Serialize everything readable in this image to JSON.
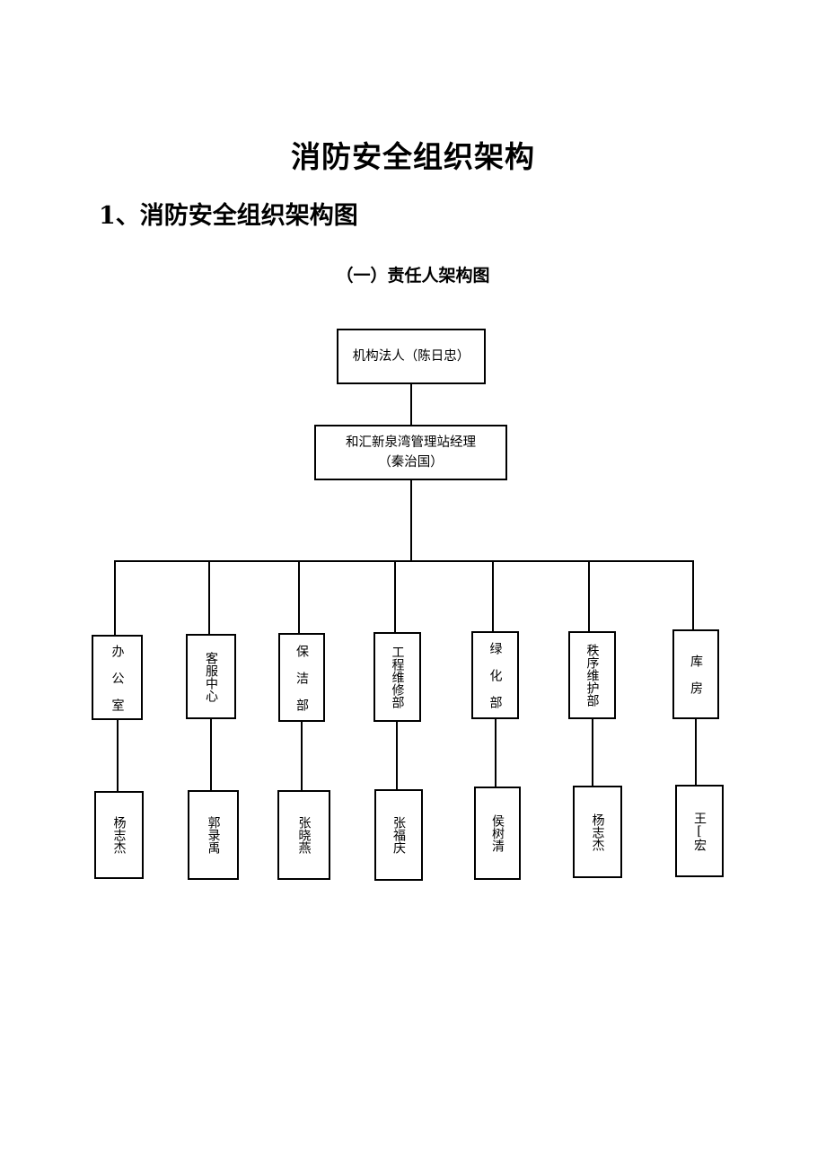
{
  "title": "消防安全组织架构",
  "section": "1、消防安全组织架构图",
  "subsection": "（一）责任人架构图",
  "org": {
    "root": "机构法人（陈日忠）",
    "manager_line1": "和汇新泉湾管理站经理",
    "manager_line2": "（秦治国）",
    "departments": [
      {
        "name": "办 公 室",
        "person": "杨志杰"
      },
      {
        "name": "客服中心",
        "person": "郭录禹"
      },
      {
        "name": "保 洁 部",
        "person": "张晓燕"
      },
      {
        "name": "工程维修部",
        "person": "张福庆"
      },
      {
        "name": "绿 化 部",
        "person": "侯树清"
      },
      {
        "name": "秩序维护部",
        "person": "杨志杰"
      },
      {
        "name": "库 房",
        "person": "王[宏"
      }
    ]
  }
}
